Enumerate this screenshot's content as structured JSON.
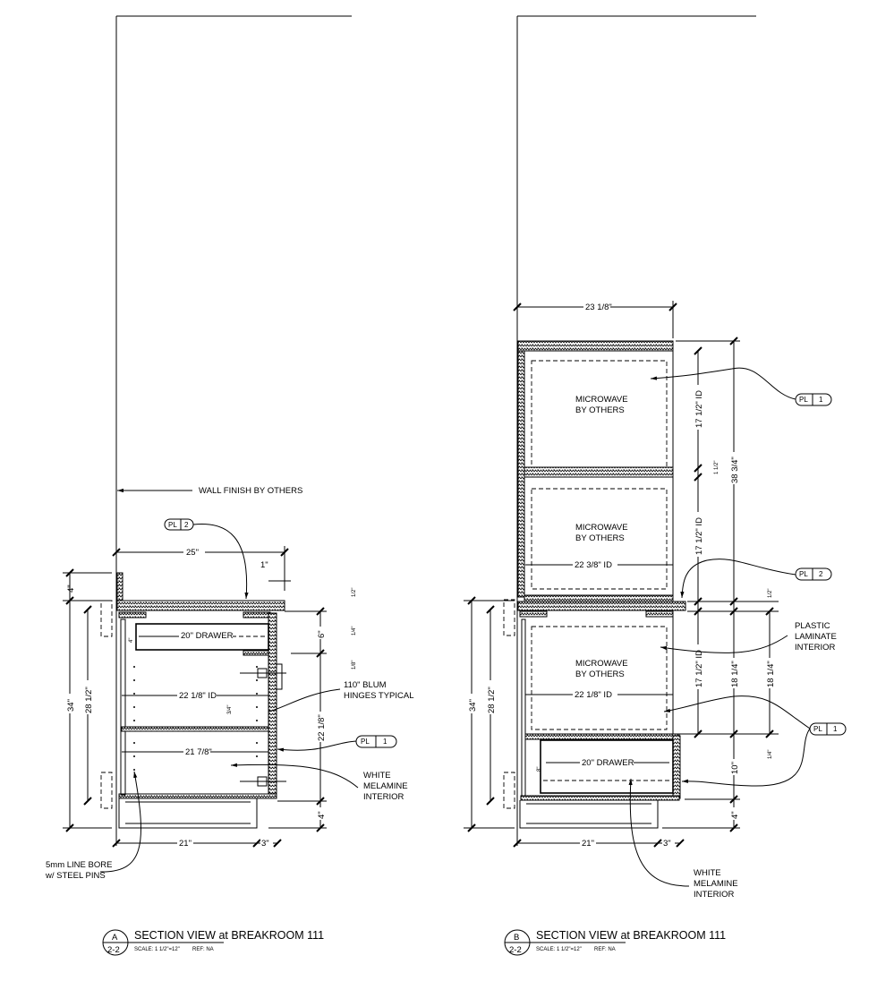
{
  "colors": {
    "line": "#000000",
    "background": "#ffffff"
  },
  "section_a": {
    "wall_finish": "WALL FINISH BY OTHERS",
    "tag_pl2": {
      "prefix": "PL",
      "num": "2"
    },
    "tag_pl1": {
      "prefix": "PL",
      "num": "1"
    },
    "dim_25": "25\"",
    "dim_1": "1\"",
    "dim_1_2": "1/2\"",
    "dim_1_4": "1/4\"",
    "dim_1_8": "1/8\"",
    "dim_4_top": "4\"",
    "dim_34": "34\"",
    "dim_28_1_2": "28 1/2\"",
    "dim_6": "6\"",
    "dim_22_1_8": "22 1/8\"",
    "dim_4_bot": "4\"",
    "dim_21": "21\"",
    "dim_3": "3\"",
    "dim_4_drawer": "4\"",
    "dim_3_4": "3/4\"",
    "drawer": "20\" DRAWER",
    "id_width": "22 1/8\" ID",
    "shelf_width": "21 7/8\"",
    "hinges": [
      "110\" BLUM",
      "HINGES TYPICAL"
    ],
    "melamine": [
      "WHITE",
      "MELAMINE",
      "INTERIOR"
    ],
    "line_bore": [
      "5mm LINE BORE",
      "w/ STEEL PINS"
    ],
    "title": {
      "letter": "A",
      "sheet": "2-2",
      "text": "SECTION VIEW at BREAKROOM 111",
      "scale": "SCALE: 1 1/2\"=12\"",
      "ref": "REF: NA"
    }
  },
  "section_b": {
    "tag_pl1_top": {
      "prefix": "PL",
      "num": "1"
    },
    "tag_pl2": {
      "prefix": "PL",
      "num": "2"
    },
    "tag_pl1_bot": {
      "prefix": "PL",
      "num": "1"
    },
    "dim_23_1_8": "23 1/8\"",
    "microwave": [
      "MICROWAVE",
      "BY OTHERS"
    ],
    "dim_17_1_2_id": "17 1/2\" ID",
    "dim_1_1_2": "1 1/2\"",
    "dim_38_3_4": "38 3/4\"",
    "dim_22_3_8_id": "22 3/8\" ID",
    "dim_22_1_8_id": "22 1/8\" ID",
    "dim_1_2": "1/2\"",
    "dim_18_1_4": "18 1/4\"",
    "dim_1_4": "1/4\"",
    "dim_10": "10\"",
    "dim_4": "4\"",
    "dim_8": "8\"",
    "dim_34": "34\"",
    "dim_28_1_2": "28 1/2\"",
    "dim_21": "21\"",
    "dim_3": "3\"",
    "drawer": "20\" DRAWER",
    "plastic_laminate": [
      "PLASTIC",
      "LAMINATE",
      "INTERIOR"
    ],
    "melamine": [
      "WHITE",
      "MELAMINE",
      "INTERIOR"
    ],
    "title": {
      "letter": "B",
      "sheet": "2-2",
      "text": "SECTION VIEW at BREAKROOM 111",
      "scale": "SCALE: 1 1/2\"=12\"",
      "ref": "REF: NA"
    }
  }
}
